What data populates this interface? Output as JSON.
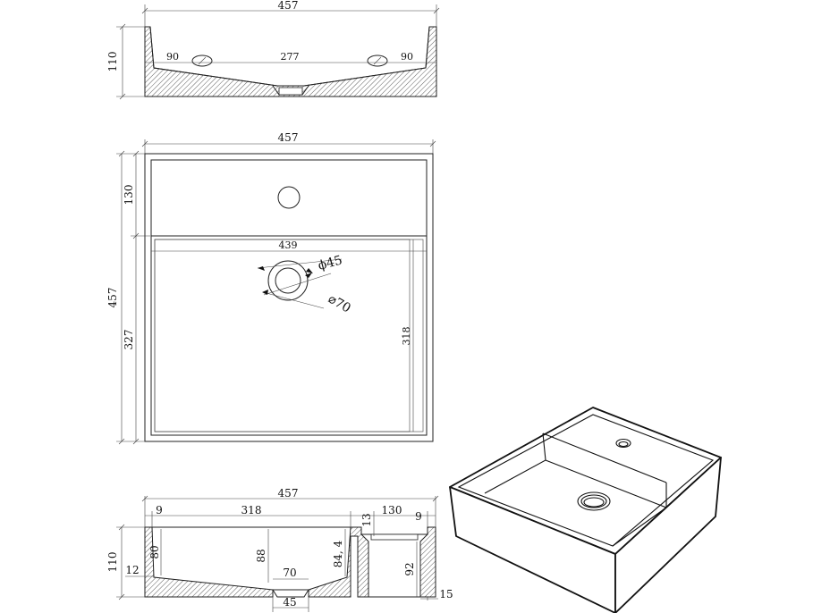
{
  "top_view": {
    "width": "457",
    "height": "110",
    "left_hole": "90",
    "hole_spacing": "277",
    "right_hole": "90"
  },
  "plan_view": {
    "width": "457",
    "total_depth": "457",
    "deck_depth": "130",
    "bowl_depth": "327",
    "inner_width": "439",
    "inner_depth": "318",
    "drain_inner": "45",
    "drain_outer": "70",
    "phi_symbol": "ϕ",
    "dia_symbol": "⌀"
  },
  "section_view": {
    "width": "457",
    "left_wall": "9",
    "bowl_width": "318",
    "deck_width": "130",
    "right_wall": "9",
    "deck_thickness": "13",
    "height": "110",
    "left_depth": "80",
    "bottom_thickness": "12",
    "mid_depth": "88",
    "drain_width": "70",
    "right_depth": "84, 4",
    "cavity_depth": "92",
    "outlet_width": "45",
    "base_offset": "15"
  }
}
